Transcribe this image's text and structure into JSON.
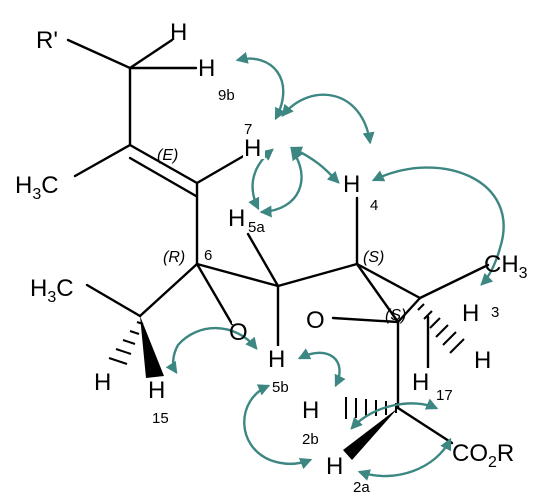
{
  "colors": {
    "noe_arrow": "#3d8783",
    "structure": "#000000"
  },
  "labels": {
    "r_prime": "R'",
    "h_top": "H",
    "h_9b": "H",
    "num_9b": "9b",
    "num_7": "7",
    "h_7": "H",
    "e_label": "(E)",
    "h_4": "H",
    "num_4": "4",
    "h3c_left": "H",
    "h3c_left_3": "3",
    "h3c_left_c": "C",
    "h_5a": "H",
    "num_5a": "5a",
    "r_label": "(R)",
    "num_6": "6",
    "s_upper": "(S)",
    "ch3_right": "CH",
    "ch3_right_3": "3",
    "h3c_mid": "H",
    "h3c_mid_3": "3",
    "h3c_mid_c": "C",
    "o_left": "O",
    "o_right": "O",
    "s_lower": "(S)",
    "h_3": "H",
    "num_3": "3",
    "h_5b": "H",
    "num_5b": "5b",
    "h_3b": "H",
    "h_15": "H",
    "num_15": "15",
    "h_17": "H",
    "num_17": "17",
    "h_2b": "H",
    "num_2b": "2b",
    "h_2a": "H",
    "num_2a": "2a",
    "co2r_co": "CO",
    "co2r_2": "2",
    "co2r_r": "R"
  }
}
